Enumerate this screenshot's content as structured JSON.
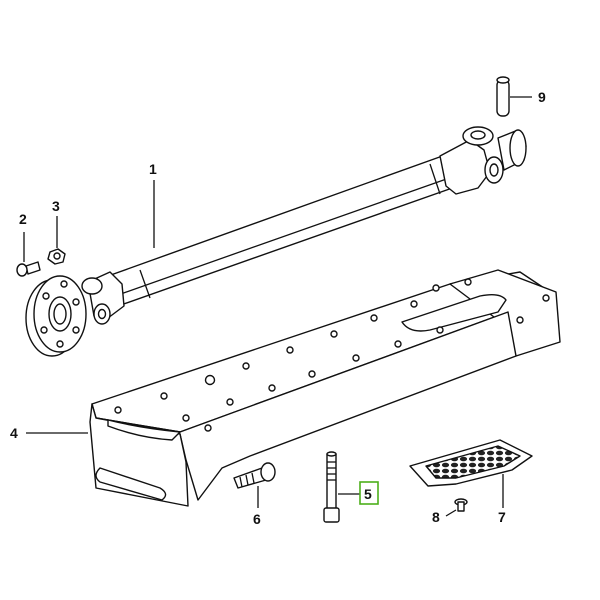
{
  "diagram": {
    "callouts": {
      "c1": "1",
      "c2": "2",
      "c3": "3",
      "c4": "4",
      "c5": "5",
      "c6": "6",
      "c7": "7",
      "c8": "8",
      "c9": "9"
    },
    "highlight_color": "#4caf1a",
    "line_color": "#111111",
    "fill_color": "#ffffff"
  }
}
